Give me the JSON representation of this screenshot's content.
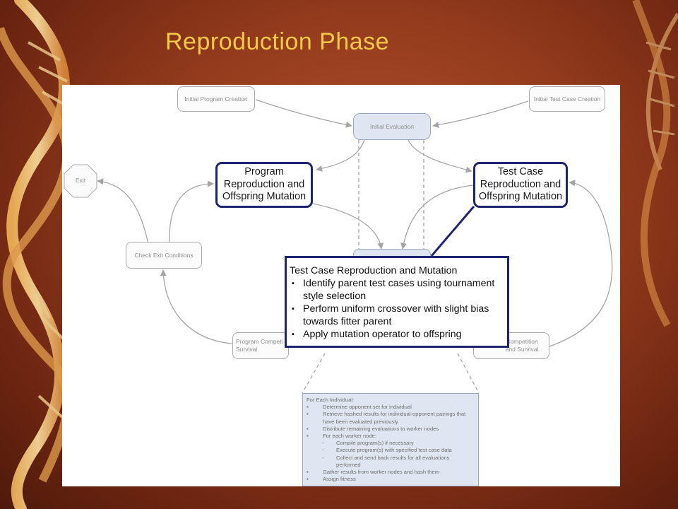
{
  "slide": {
    "title": "Reproduction Phase"
  },
  "diagram": {
    "nodes": {
      "initial_program_creation": "Initial Program Creation",
      "initial_test_case_creation": "Initial Test Case Creation",
      "initial_evaluation": "Initial Evaluation",
      "program_reproduction": "Program Reproduction and Offspring Mutation",
      "test_case_reproduction": "Test Case Reproduction and Offspring Mutation",
      "exit": "Exit",
      "check_exit_conditions": "Check Exit Conditions",
      "program_competition_partial": "Program Competi Survival",
      "test_case_competition_partial": "Competition and Survival"
    },
    "detail_box": {
      "heading": "For Each Individual:",
      "items": [
        {
          "bullet": "▪",
          "text": "Determine opponent set for individual"
        },
        {
          "bullet": "▪",
          "text": "Retrieve hashed results for individual-opponent pairings that have been evaluated previously"
        },
        {
          "bullet": "▪",
          "text": "Distribute remaining evaluations to worker nodes"
        },
        {
          "bullet": "▪",
          "text": "For each worker node:"
        },
        {
          "bullet": "-",
          "text": "Compile program(s) if necessary",
          "sub": true
        },
        {
          "bullet": "-",
          "text": "Execute program(s) with specified test case data",
          "sub": true
        },
        {
          "bullet": "-",
          "text": "Collect and send back results for all evaluations performed",
          "sub": true
        },
        {
          "bullet": "▪",
          "text": "Gather results from worker nodes and hash them"
        },
        {
          "bullet": "▪",
          "text": "Assign fitness"
        }
      ]
    },
    "callout": {
      "heading": "Test Case Reproduction and Mutation",
      "items": [
        "Identify parent test cases using tournament style selection",
        "Perform uniform crossover with slight bias towards fitter parent",
        "Apply mutation operator to offspring"
      ]
    }
  },
  "colors": {
    "title": "#f5c84a",
    "highlight_border": "#1d2570",
    "eval_fill": "#dfe6f1",
    "connector": "#a5a5a5"
  }
}
